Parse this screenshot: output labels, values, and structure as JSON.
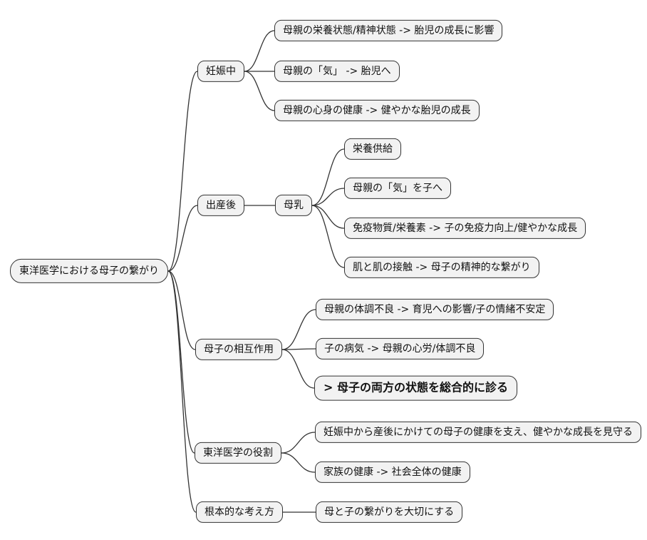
{
  "mindmap": {
    "root": {
      "label": "東洋医学における母子の繋がり"
    },
    "branches": [
      {
        "label": "妊娠中",
        "children": [
          {
            "label": "母親の栄養状態/精神状態 -> 胎児の成長に影響"
          },
          {
            "label": "母親の「気」 -> 胎児へ"
          },
          {
            "label": "母親の心身の健康 -> 健やかな胎児の成長"
          }
        ]
      },
      {
        "label": "出産後",
        "children": [
          {
            "label": "母乳",
            "children": [
              {
                "label": "栄養供給"
              },
              {
                "label": "母親の「気」を子へ"
              },
              {
                "label": "免疫物質/栄養素 -> 子の免疫力向上/健やかな成長"
              },
              {
                "label": "肌と肌の接触 -> 母子の精神的な繋がり"
              }
            ]
          }
        ]
      },
      {
        "label": "母子の相互作用",
        "children": [
          {
            "label": "母親の体調不良 -> 育児への影響/子の情緒不安定"
          },
          {
            "label": "子の病気 -> 母親の心労/体調不良"
          },
          {
            "label": "> 母子の両方の状態を総合的に診る",
            "emphasis": true
          }
        ]
      },
      {
        "label": "東洋医学の役割",
        "children": [
          {
            "label": "妊娠中から産後にかけての母子の健康を支え、健やかな成長を見守る"
          },
          {
            "label": "家族の健康 -> 社会全体の健康"
          }
        ]
      },
      {
        "label": "根本的な考え方",
        "children": [
          {
            "label": "母と子の繋がりを大切にする"
          }
        ]
      }
    ]
  },
  "colors": {
    "background": "#ffffff",
    "node_fill": "#f2f2f2",
    "node_border": "#333333",
    "edge": "#333333",
    "text": "#111111"
  }
}
